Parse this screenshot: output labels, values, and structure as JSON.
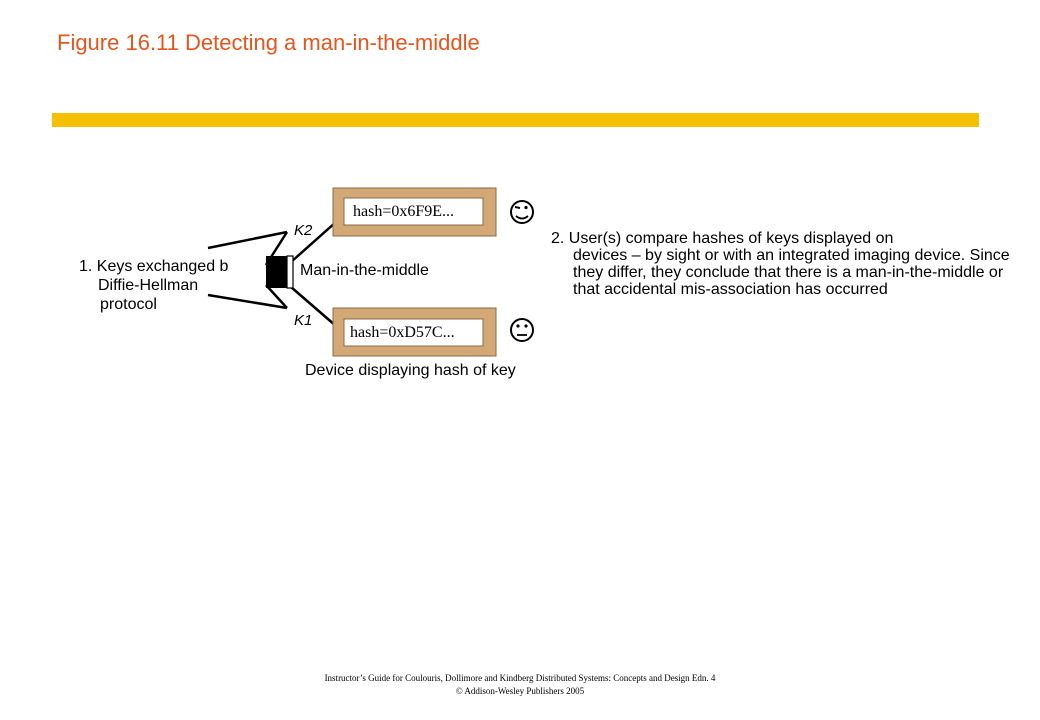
{
  "title": "Figure 16.11 Detecting a man-in-the-middle",
  "colors": {
    "title": "#e8541c",
    "bar": "#f5c000",
    "device_frame": "#d2a877",
    "device_inner": "#ffffff"
  },
  "diagram": {
    "step1": {
      "line1": "1. Keys exchanged b",
      "line2": "Diffie-Hellman",
      "line3": "protocol"
    },
    "k2_label": "K2",
    "k1_label": "K1",
    "mitm_label": "Man-in-the-middle",
    "device_top_hash": "hash=0x6F9E...",
    "device_bottom_hash": "hash=0xD57C...",
    "device_caption": "Device displaying hash of key",
    "face_top_icon": "wink-face-icon",
    "face_bottom_icon": "neutral-face-icon",
    "step2": {
      "first": "2. User(s) compare hashes of keys displayed on",
      "rest": "devices – by sight or with an integrated imaging device. Since they differ, they conclude that there is a man-in-the-middle or that accidental mis-association has occurred"
    }
  },
  "footer": {
    "line1": "Instructor’s Guide for Coulouris, Dollimore and Kindberg Distributed Systems: Concepts and Design Edn. 4",
    "line2": "© Addison-Wesley Publishers 2005"
  }
}
